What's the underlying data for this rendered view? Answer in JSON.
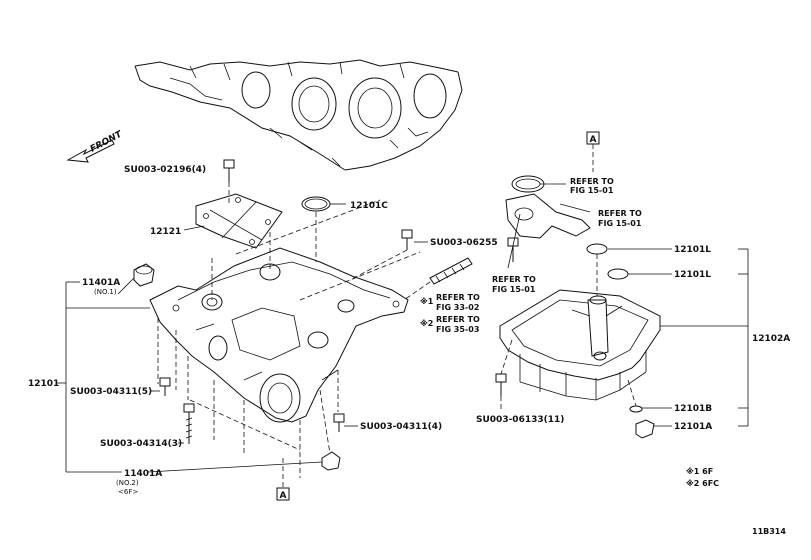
{
  "front_label": "FRONT",
  "labels": {
    "su_02196": "SU003-02196(4)",
    "p12121": "12121",
    "p12101C": "12101C",
    "su_06255": "SU003-06255",
    "p11401A_top": "11401A",
    "no1": "(NO.1)",
    "p12101": "12101",
    "su_04311_5": "SU003-04311(5)",
    "su_04314_3": "SU003-04314(3)",
    "su_04311_4": "SU003-04311(4)",
    "p11401A_bot": "11401A",
    "no2": "(NO.2)",
    "sub6f": "<6F>",
    "ref_a_top": "A",
    "ref_a_bot": "A",
    "refer1_line1": "REFER TO",
    "refer1_line2": "FIG 15-01",
    "refer2_line1": "REFER TO",
    "refer2_line2": "FIG 15-01",
    "refer3_line1": "REFER TO",
    "refer3_line2": "FIG 15-01",
    "mark1": "※1",
    "refer4_line1": "REFER TO",
    "refer4_line2": "FIG 33-02",
    "mark2": "※2",
    "refer5_line1": "REFER TO",
    "refer5_line2": "FIG 35-03",
    "p12101L_a": "12101L",
    "p12101L_b": "12101L",
    "p12102A": "12102A",
    "su_06133": "SU003-06133(11)",
    "p12101B": "12101B",
    "p12101A": "12101A",
    "note1": "※1 6F",
    "note2": "※2 6FC",
    "diagram_code": "11B314"
  }
}
